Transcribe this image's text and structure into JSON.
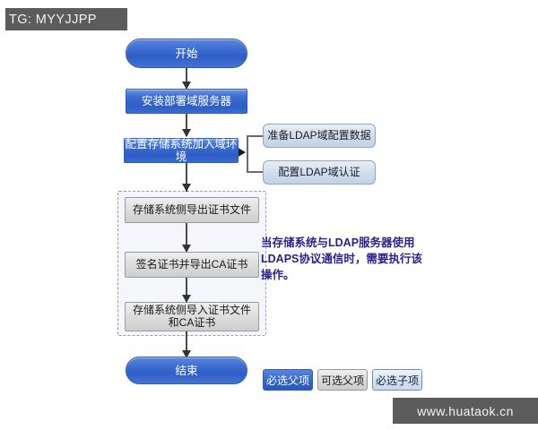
{
  "watermarks": {
    "top_left": "TG: MYYJJPP",
    "bottom_right": "www.huataok.cn"
  },
  "flow": {
    "start": "开始",
    "install_domain_server": "安装部署域服务器",
    "configure_join_domain": "配置存储系统加入域环境",
    "end": "结束"
  },
  "ldap_branch": {
    "prepare_data": "准备LDAP域配置数据",
    "configure_auth": "配置LDAP域认证"
  },
  "cert_group": {
    "export_cert": "存储系统侧导出证书文件",
    "sign_export_ca": "签名证书并导出CA证书",
    "import_cert": "存储系统侧导入证书文件\n和CA证书"
  },
  "note": {
    "text": "当存储系统与LDAP服务器使用\nLDAPS协议通信时，需要执行该\n操作。",
    "color": "#2a1f8f"
  },
  "legend": {
    "required_parent": "必选父项",
    "optional_parent": "可选父项",
    "required_child": "必选子项"
  },
  "colors": {
    "blue_node": "#3466cb",
    "blue_border": "#2f5fbe",
    "light_node": "#cfdcea",
    "gray_node": "#dcdcdc",
    "dashed_border": "#8fa0c8",
    "connector": "#4a4a4a",
    "watermark_bg": "#5c5c5c",
    "canvas_bg": "#ffffff"
  }
}
